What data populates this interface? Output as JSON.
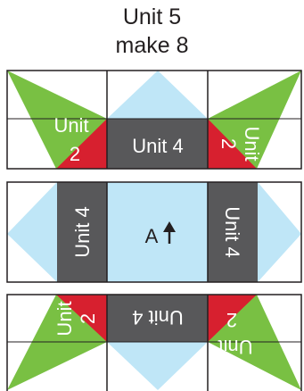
{
  "heading": {
    "line1": "Unit 5",
    "line2": "make 8"
  },
  "colors": {
    "green": "#79c043",
    "red": "#d7202f",
    "dark_gray": "#58585a",
    "light_blue": "#bfe6f7",
    "outline": "#231f20",
    "text_on_dark": "#ffffff"
  },
  "top_block": {
    "left_triangle_label": [
      "Unit",
      "2"
    ],
    "center_rect_label": "Unit 4",
    "right_triangle_label": [
      "Unit",
      "2"
    ]
  },
  "middle_block": {
    "left_rect_label": "Unit 4",
    "center_label": "A",
    "arrow_icon": "up-arrow-icon",
    "right_rect_label": "Unit 4"
  },
  "bottom_block": {
    "left_triangle_label": [
      "Unit",
      "2"
    ],
    "center_rect_label": "Unit 4",
    "right_triangle_label": [
      "Unit",
      "2"
    ]
  }
}
